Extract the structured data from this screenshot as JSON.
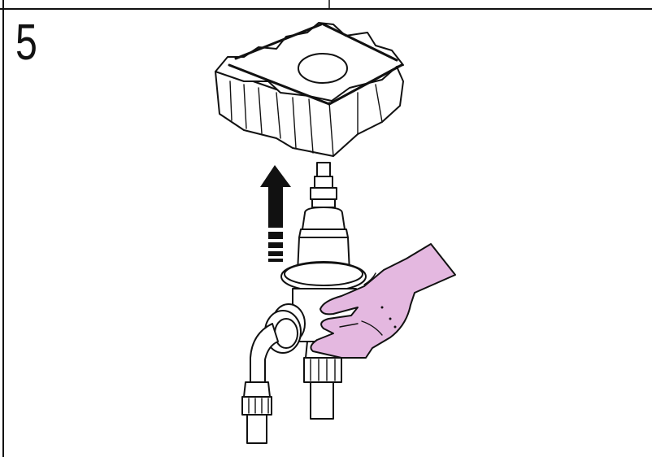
{
  "step": {
    "number": "5"
  },
  "colors": {
    "ink": "#111111",
    "paper": "#ffffff",
    "hand": "#e4b8e0"
  },
  "icons": [
    "upward-arrow-icon",
    "handwheel-knob",
    "valve-body",
    "gloved-hand"
  ]
}
